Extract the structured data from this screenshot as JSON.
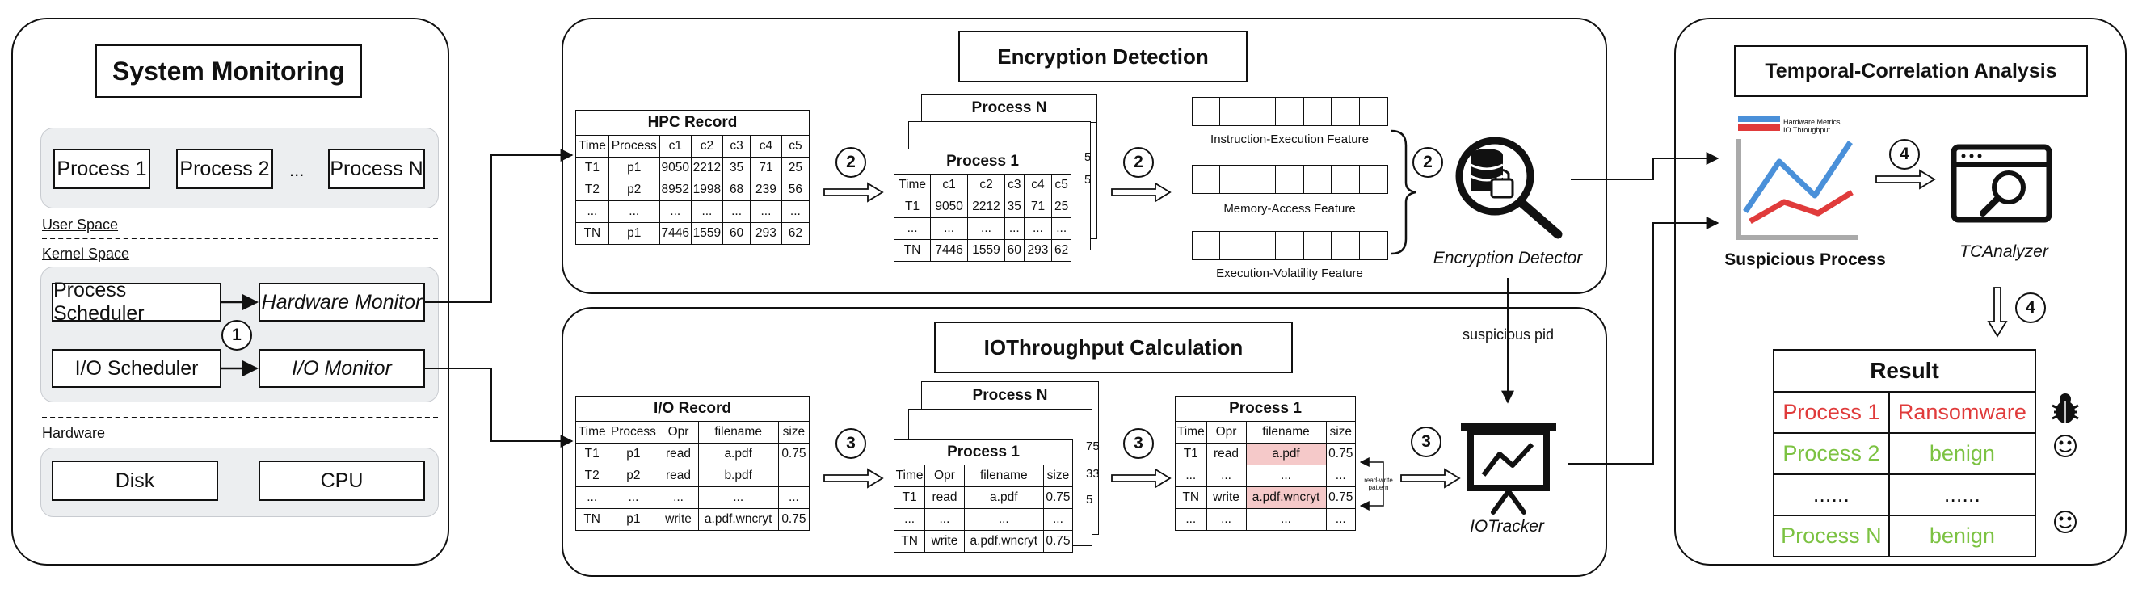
{
  "system_monitoring": {
    "title": "System Monitoring",
    "processes": [
      "Process 1",
      "Process 2",
      "...",
      "Process N"
    ],
    "user_space": "User Space",
    "kernel_space": "Kernel Space",
    "process_scheduler": "Process Scheduler",
    "hardware_monitor": "Hardware Monitor",
    "step": "1",
    "io_scheduler": "I/O Scheduler",
    "io_monitor": "I/O Monitor",
    "hardware": "Hardware",
    "disk": "Disk",
    "cpu": "CPU"
  },
  "encryption_detection": {
    "title": "Encryption Detection",
    "hpc_record": {
      "title": "HPC Record",
      "headers": [
        "Time",
        "Process",
        "c1",
        "c2",
        "c3",
        "c4",
        "c5"
      ],
      "rows": [
        [
          "T1",
          "p1",
          "9050",
          "2212",
          "35",
          "71",
          "25"
        ],
        [
          "T2",
          "p2",
          "8952",
          "1998",
          "68",
          "239",
          "56"
        ],
        [
          "...",
          "...",
          "...",
          "...",
          "...",
          "...",
          "..."
        ],
        [
          "TN",
          "p1",
          "7446",
          "1559",
          "60",
          "293",
          "62"
        ]
      ]
    },
    "step_a": "2",
    "stack": {
      "back_title": "Process N",
      "mid_title": "......",
      "front_title": "Process 1",
      "headers": [
        "Time",
        "c1",
        "c2",
        "c3",
        "c4",
        "c5"
      ],
      "rows": [
        [
          "T1",
          "9050",
          "2212",
          "35",
          "71",
          "25"
        ],
        [
          "...",
          "...",
          "...",
          "...",
          "...",
          "..."
        ],
        [
          "TN",
          "7446",
          "1559",
          "60",
          "293",
          "62"
        ]
      ],
      "peek": [
        "5",
        "5"
      ]
    },
    "step_b": "2",
    "features": [
      "Instruction-Execution Feature",
      "Memory-Access Feature",
      "Execution-Volatility Feature"
    ],
    "step_c": "2",
    "detector": "Encryption Detector"
  },
  "io_calc": {
    "title": "IOThroughput Calculation",
    "io_record": {
      "title": "I/O Record",
      "headers": [
        "Time",
        "Process",
        "Opr",
        "filename",
        "size"
      ],
      "rows": [
        [
          "T1",
          "p1",
          "read",
          "a.pdf",
          "0.75"
        ],
        [
          "T2",
          "p2",
          "read",
          "b.pdf",
          ""
        ],
        [
          "...",
          "...",
          "...",
          "...",
          "..."
        ],
        [
          "TN",
          "p1",
          "write",
          "a.pdf.wncryt",
          "0.75"
        ]
      ]
    },
    "step_a": "3",
    "stack": {
      "back_title": "Process N",
      "front_title": "Process 1",
      "headers": [
        "Time",
        "Opr",
        "filename",
        "size"
      ],
      "rows": [
        [
          "T1",
          "read",
          "a.pdf",
          "0.75"
        ],
        [
          "...",
          "...",
          "...",
          "..."
        ],
        [
          "TN",
          "write",
          "a.pdf.wncryt",
          "0.75"
        ]
      ],
      "peek": [
        "75",
        "33",
        "5"
      ]
    },
    "step_b": "3",
    "process1": {
      "title": "Process 1",
      "headers": [
        "Time",
        "Opr",
        "filename",
        "size"
      ],
      "rows": [
        [
          "T1",
          "read",
          "a.pdf",
          "0.75"
        ],
        [
          "...",
          "...",
          "...",
          "..."
        ],
        [
          "TN",
          "write",
          "a.pdf.wncryt",
          "0.75"
        ],
        [
          "...",
          "...",
          "...",
          "..."
        ]
      ]
    },
    "rw_pattern": "read-write pattern",
    "step_c": "3",
    "iotracker": "IOTracker",
    "suspicious_pid": "suspicious pid"
  },
  "temporal": {
    "title": "Temporal-Correlation Analysis",
    "legend": [
      "Hardware Metrics",
      "IO Throughput"
    ],
    "suspicious_process": "Suspicious Process",
    "step_a": "4",
    "tcanalyzer": "TCAnalyzer",
    "step_b": "4",
    "result": {
      "title": "Result",
      "rows": [
        [
          "Process 1",
          "Ransomware"
        ],
        [
          "Process 2",
          "benign"
        ],
        [
          "......",
          "......"
        ],
        [
          "Process N",
          "benign"
        ]
      ]
    },
    "colors": {
      "hardware": "#4a90d9",
      "io": "#e03b3b",
      "benign": "#7cc242"
    }
  }
}
